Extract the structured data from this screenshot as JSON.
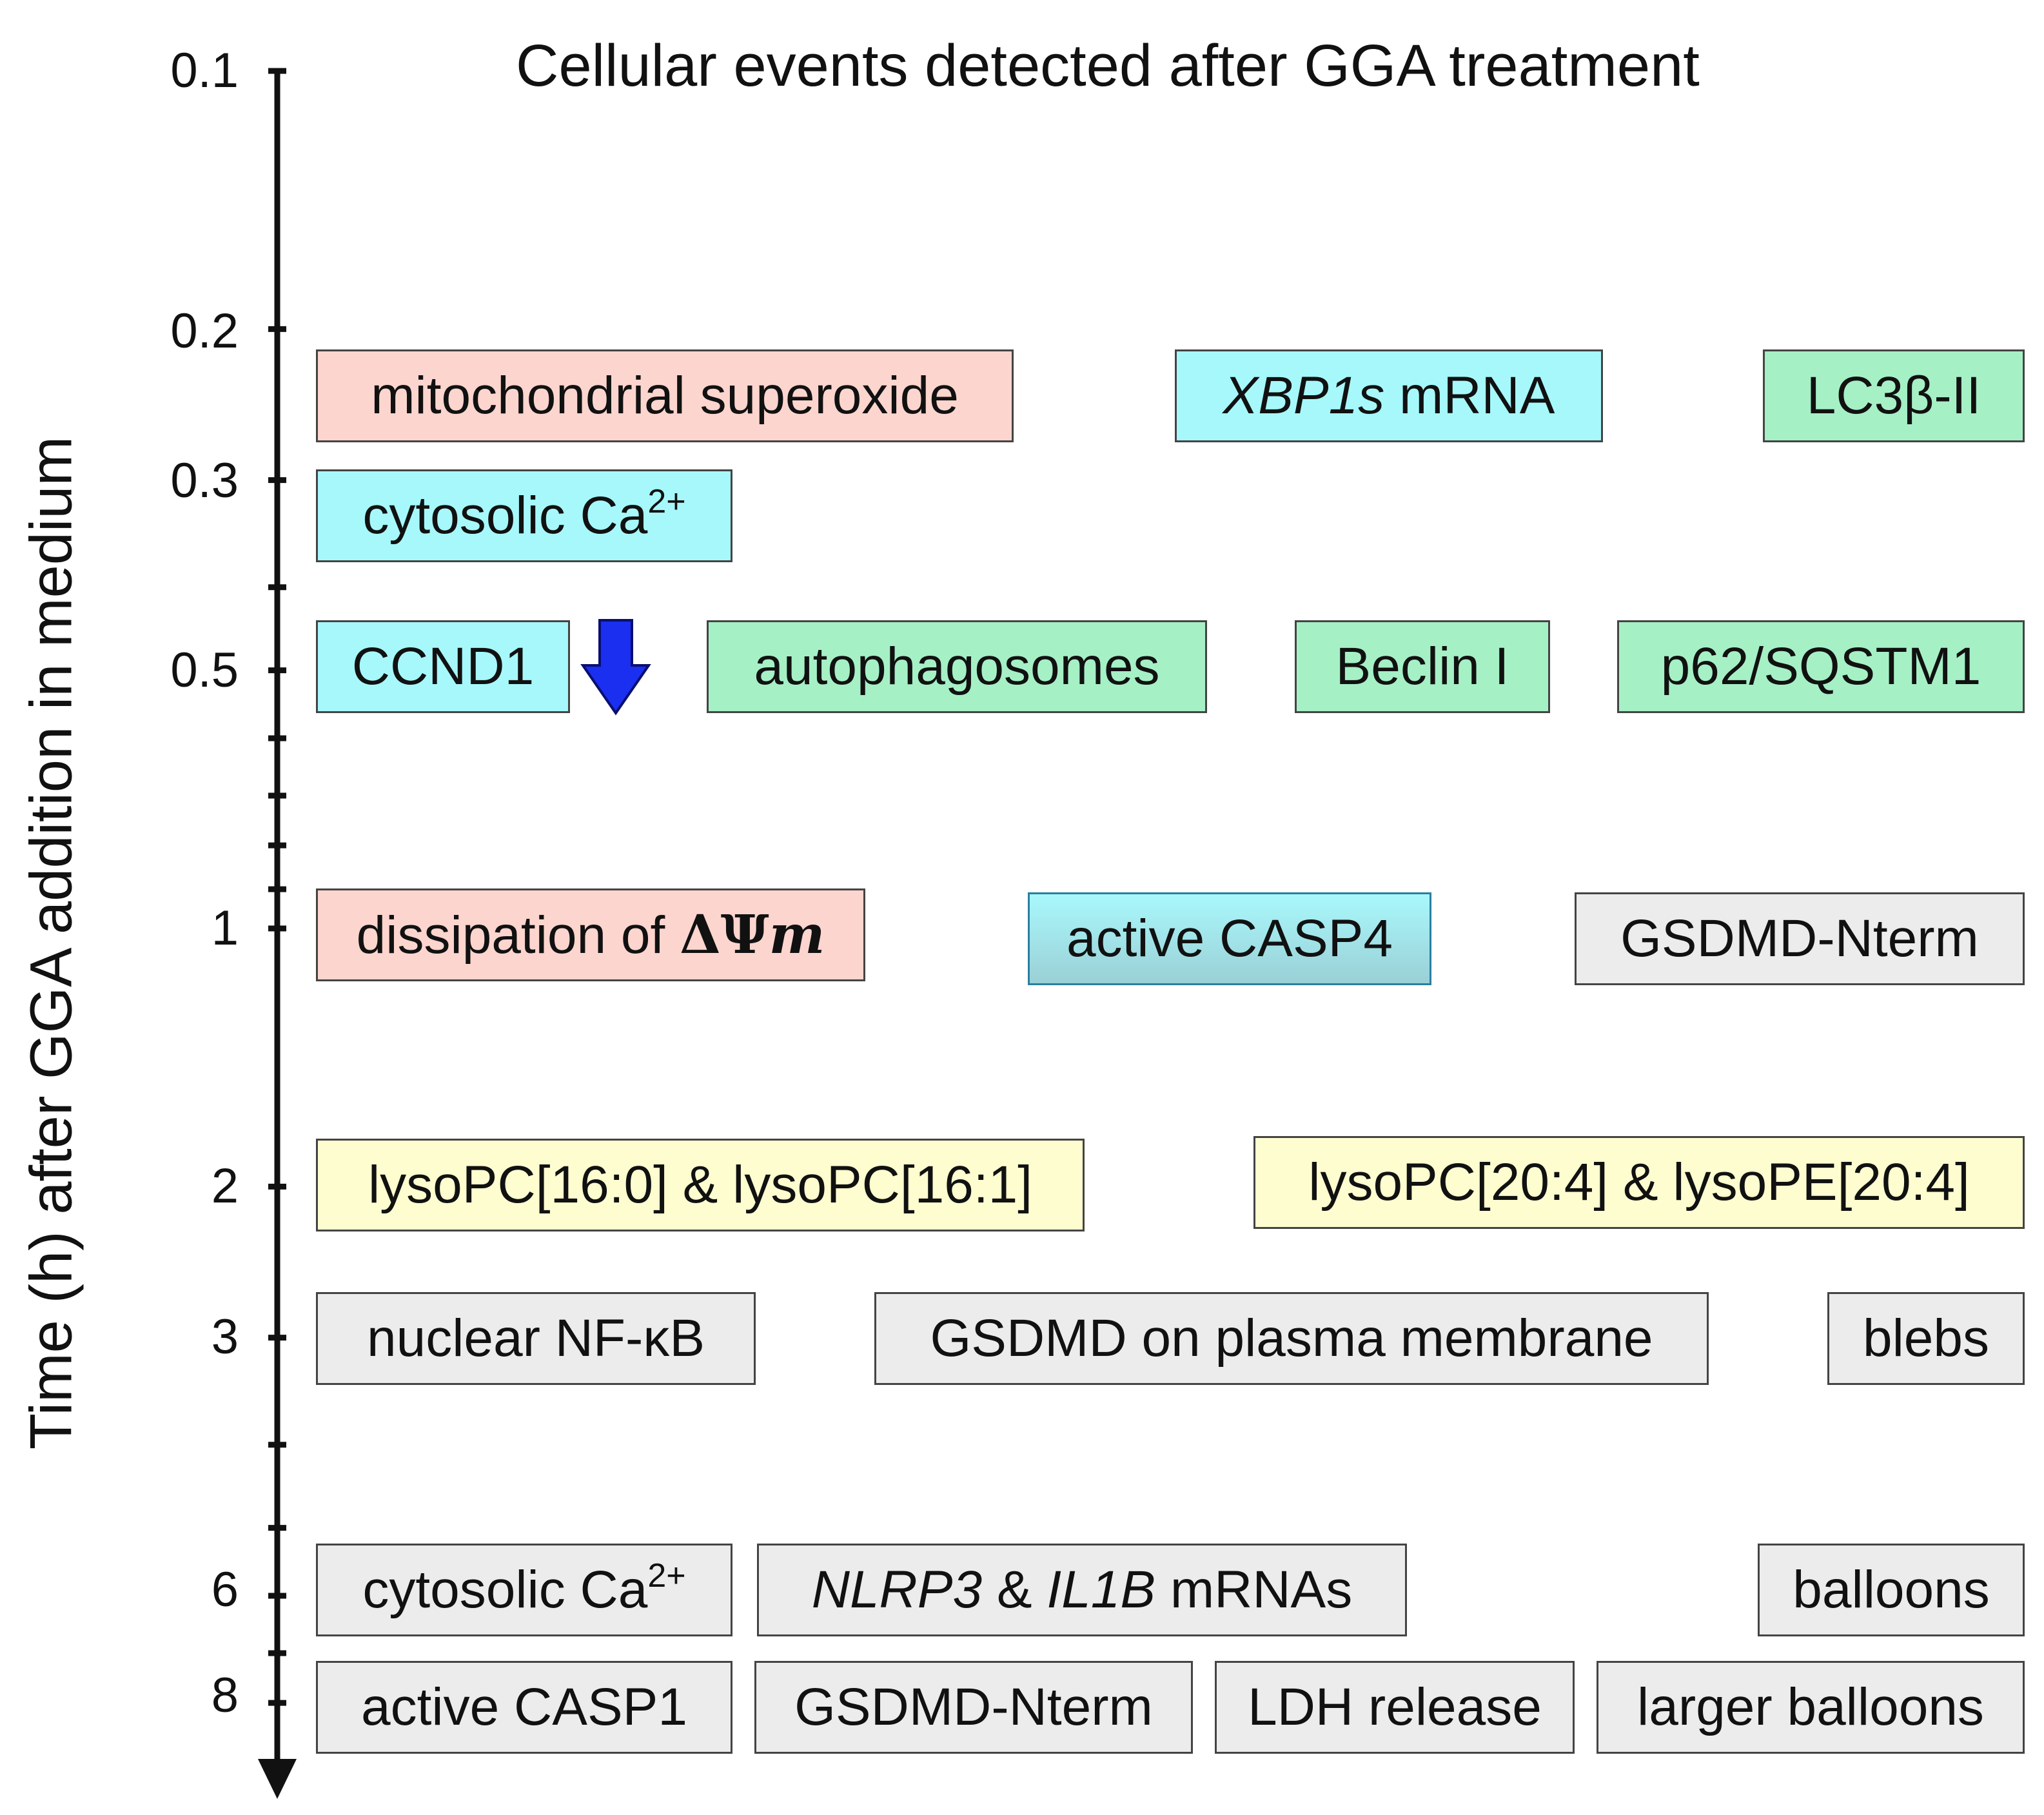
{
  "title": "Cellular events detected after GGA treatment",
  "axis": {
    "label": "Time (h) after GGA addition in medium",
    "scale": "log",
    "direction": "downward",
    "tick_labels": [
      "0.1",
      "0.2",
      "0.3",
      "0.5",
      "1",
      "2",
      "3",
      "6",
      "8"
    ],
    "labeled_ticks": [
      0.1,
      0.2,
      0.3,
      0.5,
      1,
      2,
      3,
      6,
      8
    ],
    "minor_ticks": [
      0.4,
      0.6,
      0.7,
      0.8,
      0.9,
      4,
      5,
      7
    ]
  },
  "colors": {
    "pink": "#fcd5ce",
    "cyan": "#a6f8fb",
    "green": "#a6f0c6",
    "yellow": "#fefdd0",
    "gray": "#ececec",
    "arrow_blue": "#1a2ff0"
  },
  "events": {
    "mito_superoxide": "mitochondrial superoxide",
    "xbp1s_italic": "XBP1s",
    "xbp1s_rest": " mRNA",
    "lc3": "LC3β-II",
    "cyto_ca_1": "cytosolic Ca",
    "cyto_ca_1_sup": "2+",
    "ccnd1": "CCND1",
    "ccnd1_arrow_icon": "blue-down-arrow",
    "autophagosomes": "autophagosomes",
    "beclin": "Beclin I",
    "p62": "p62/SQSTM1",
    "dissipation_prefix": "dissipation of ",
    "dissipation_delta": "ΔΨ",
    "dissipation_m": "m",
    "casp4": "active CASP4",
    "gsdmd_nterm_1": "GSDMD-Nterm",
    "lysopc_16": "lysoPC[16:0] & lysoPC[16:1]",
    "lysopc_20": "lysoPC[20:4] & lysoPE[20:4]",
    "nfkb": "nuclear NF-κB",
    "gsdmd_pm": "GSDMD on plasma membrane",
    "blebs": "blebs",
    "cyto_ca_2": "cytosolic Ca",
    "cyto_ca_2_sup": "2+",
    "nlrp3_italic": "NLRP3",
    "nlrp3_amp": " & ",
    "il1b_italic": "IL1B",
    "mrnas": " mRNAs",
    "balloons": "balloons",
    "casp1": "active CASP1",
    "gsdmd_nterm_2": "GSDMD-Nterm",
    "ldh": "LDH release",
    "larger_balloons": "larger balloons"
  }
}
